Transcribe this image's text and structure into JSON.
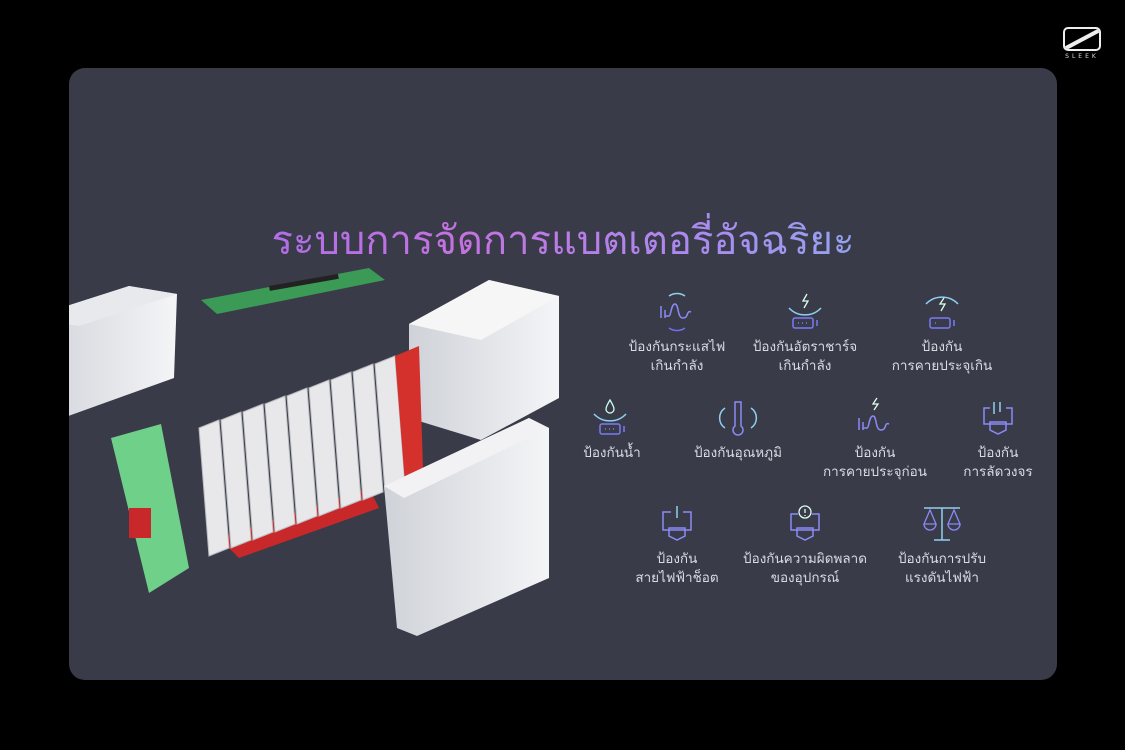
{
  "brand": {
    "logo_text": "SLEEK"
  },
  "title": "ระบบการจัดการแบตเตอรี่อัจฉริยะ",
  "features": [
    {
      "icon": "current-wave-icon",
      "line1": "ป้องกันกระแสไฟ",
      "line2": "เกินกำลัง"
    },
    {
      "icon": "charge-battery-icon",
      "line1": "ป้องกันอัตราชาร์จ",
      "line2": "เกินกำลัง"
    },
    {
      "icon": "discharge-battery-icon",
      "line1": "ป้องกัน",
      "line2": "การคายประจุเกิน"
    },
    {
      "icon": "water-drop-icon",
      "line1": "ป้องกันน้ำ",
      "line2": ""
    },
    {
      "icon": "thermometer-icon",
      "line1": "ป้องกันอุณหภูมิ",
      "line2": ""
    },
    {
      "icon": "lightning-wave-icon",
      "line1": "ป้องกัน",
      "line2": "การคายประจุก่อน"
    },
    {
      "icon": "short-circuit-icon",
      "line1": "ป้องกัน",
      "line2": "การลัดวงจร"
    },
    {
      "icon": "plug-icon",
      "line1": "ป้องกัน",
      "line2": "สายไฟฟ้าช็อต"
    },
    {
      "icon": "device-alert-icon",
      "line1": "ป้องกันความผิดพลาด",
      "line2": "ของอุปกรณ์"
    },
    {
      "icon": "scale-icon",
      "line1": "ป้องกันการปรับ",
      "line2": "แรงดันไฟฟ้า"
    }
  ],
  "colors": {
    "panel": "#393b48",
    "icon_blue": "#6f6ff0",
    "icon_cyan": "#8fd0f0"
  }
}
